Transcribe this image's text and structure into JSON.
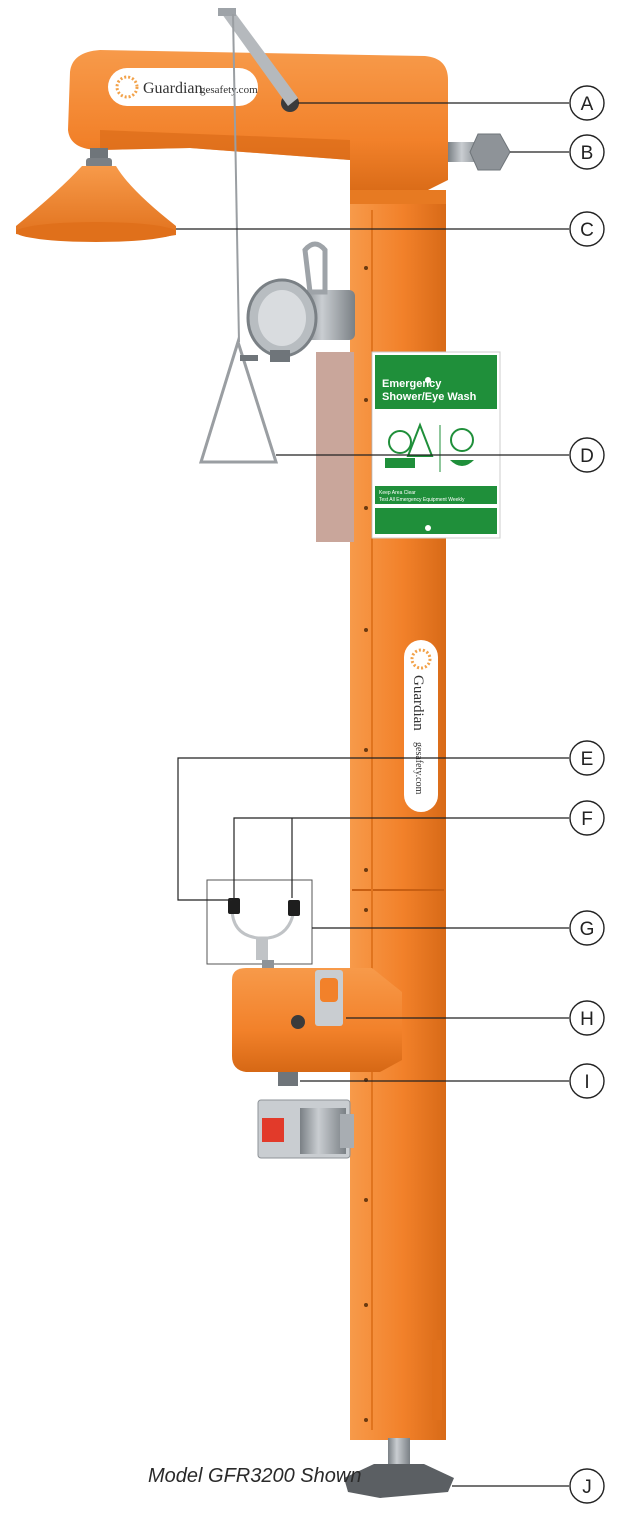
{
  "colors": {
    "body_orange": "#f2812a",
    "body_shadow": "#d86a17",
    "body_highlight": "#f79a4a",
    "steel": "#a8adb2",
    "steel_dark": "#6f757a",
    "sign_green": "#1f8f3a",
    "base_grey": "#5b5f63"
  },
  "branding": {
    "logo_text_top": "Guardian",
    "url_top": "gesafety.com",
    "logo_text_column": "Guardian",
    "url_column": "gesafety.com"
  },
  "sign": {
    "title": "Emergency Shower/Eye Wash",
    "notice_line1": "Keep Area Clear",
    "notice_line2": "Test All Emergency Equipment Weekly"
  },
  "callouts": [
    "A",
    "B",
    "C",
    "D",
    "E",
    "F",
    "G",
    "H",
    "I",
    "J"
  ],
  "caption": "Model GFR3200 Shown",
  "icons": [
    "shower-head-icon",
    "eyewash-bowl-icon",
    "hand-push-icon"
  ]
}
